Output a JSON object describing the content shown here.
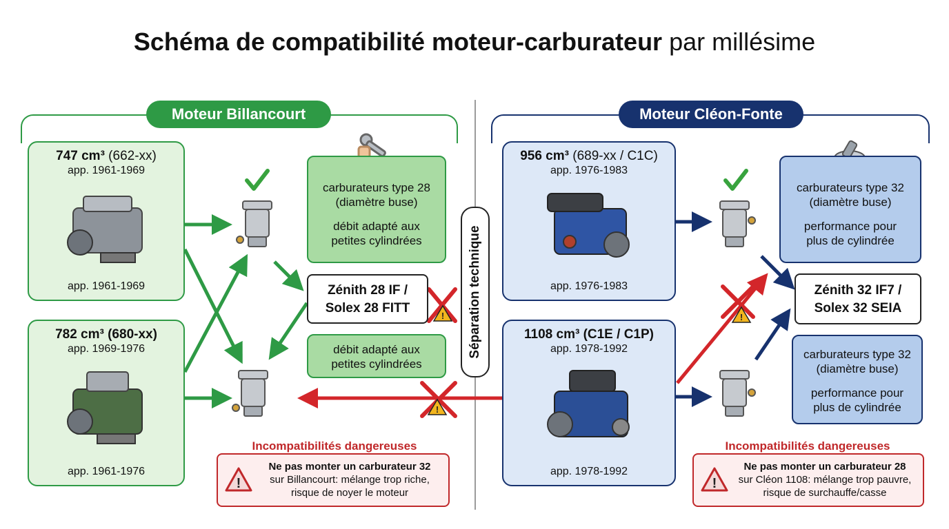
{
  "title": {
    "bold": "Schéma de compatibilité moteur-carburateur",
    "rest": " par millésime"
  },
  "colors": {
    "green": "#2e9a45",
    "green_fill": "#e3f3df",
    "navy": "#17326e",
    "blue_fill": "#dde8f7",
    "red": "#d3262a",
    "warn_fill": "#fdeeee"
  },
  "left": {
    "header": "Moteur Billancourt",
    "engine1": {
      "cc": "747 cm³",
      "code": " (662-xx)",
      "years": "app. 1961-1969",
      "footer": "app. 1961-1969"
    },
    "engine2": {
      "cc": "782 cm³ (680-xx)",
      "years": "app. 1969-1976",
      "footer": "app. 1961-1976"
    },
    "info_top": {
      "line1": "carburateurs type 28",
      "line2": "(diamètre buse)",
      "line3": "débit adapté aux",
      "line4": "petites cylindrées"
    },
    "model": {
      "line1": "Zénith 28 IF /",
      "line2": "Solex 28 FITT"
    },
    "info_bottom": {
      "line1": "débit adapté aux",
      "line2": "petites cylindrées"
    },
    "warning": {
      "heading": "Incompatibilités dangereuses",
      "bold": "Ne pas monter un carburateur 32",
      "line2": "sur Billancourt: mélange trop riche,",
      "line3": "risque de noyer le moteur"
    }
  },
  "separator": "Séparation technique",
  "right": {
    "header": "Moteur Cléon-Fonte",
    "engine1": {
      "cc": "956 cm³",
      "code": " (689-xx / C1C)",
      "years": "app. 1976-1983",
      "footer": "app. 1976-1983"
    },
    "engine2": {
      "cc": "1108 cm³ (C1E / C1P)",
      "years": "app. 1978-1992",
      "footer": "app. 1978-1992"
    },
    "info_top": {
      "line1": "carburateurs type 32",
      "line2": "(diamètre buse)",
      "line3": "performance pour",
      "line4": "plus de cylindrée"
    },
    "model": {
      "line1": "Zénith 32 IF7 /",
      "line2": "Solex 32 SEIA"
    },
    "info_bottom": {
      "line1": "carburateurs type 32",
      "line2": "(diamètre buse)",
      "line3": "performance pour",
      "line4": "plus de cylindrée"
    },
    "warning": {
      "heading": "Incompatibilités dangereuses",
      "bold": "Ne pas monter un carburateur 28",
      "line2": "sur Cléon 1108: mélange trop pauvre,",
      "line3": "risque de surchauffe/casse"
    }
  }
}
